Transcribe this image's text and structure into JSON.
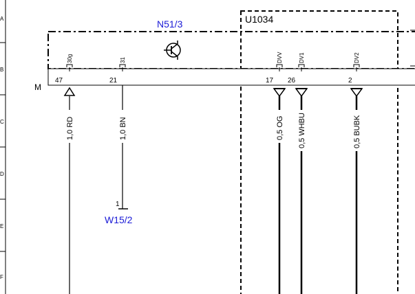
{
  "diagram": {
    "components": [
      {
        "id": "n51",
        "label": "N51/3",
        "color": "#1a1ad6"
      },
      {
        "id": "u1034",
        "label": "U1034"
      }
    ],
    "connector_mark": "M",
    "ground_ref": {
      "id": "w15",
      "label": "W15/2",
      "pin": "1",
      "color": "#1a1ad6"
    },
    "pins": [
      {
        "pin": "47",
        "terminal": "30g",
        "wire": "1,0 RD",
        "end": "bottom",
        "arrow": "up"
      },
      {
        "pin": "21",
        "terminal": "31",
        "wire": "1,0 BN",
        "end": "ground"
      },
      {
        "pin": "17",
        "terminal": "DVV",
        "wire": "0,5 OG",
        "end": "bottom",
        "arrow": "down"
      },
      {
        "pin": "26",
        "terminal": "DV1",
        "wire": "0,5 WHBU",
        "end": "bottom",
        "arrow": "down"
      },
      {
        "pin": "2",
        "terminal": "DV2",
        "wire": "0,5 BUBK",
        "end": "bottom",
        "arrow": "down"
      }
    ],
    "margin_letters": [
      "A",
      "B",
      "C",
      "D",
      "E",
      "F"
    ]
  },
  "icons": {
    "transistor": "transistor-icon"
  }
}
